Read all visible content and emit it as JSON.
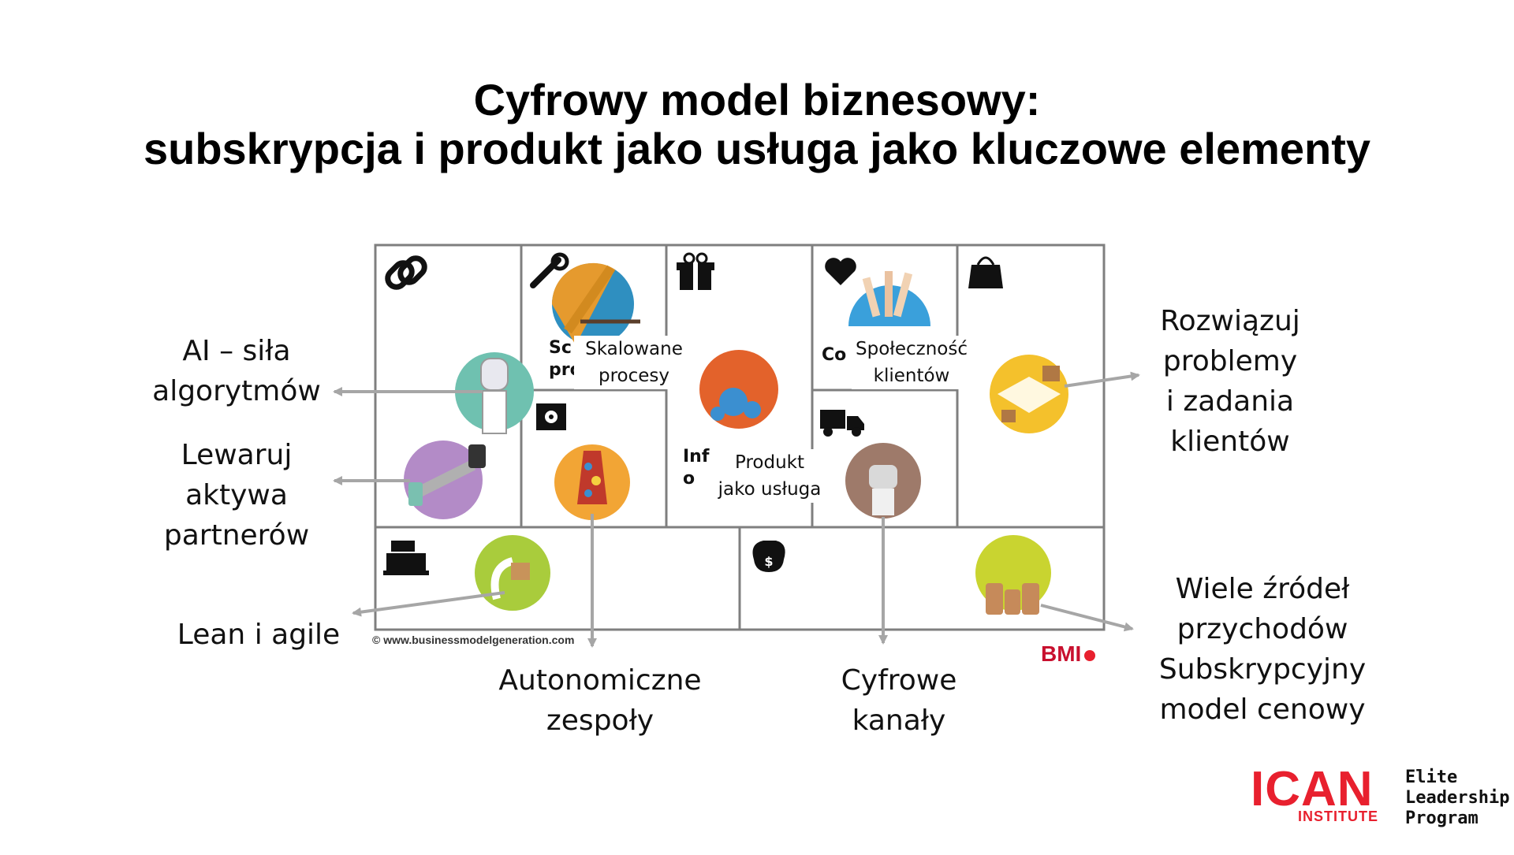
{
  "title": {
    "line1": "Cyfrowy model biznesowy:",
    "line2": "subskrypcja i produkt jako usługa jako kluczowe elementy"
  },
  "labels": {
    "ai": [
      "AI – siła",
      "algorytmów"
    ],
    "leverage": [
      "Lewaruj",
      "aktywa",
      "partnerów"
    ],
    "lean": [
      "Lean i agile"
    ],
    "autonomous": [
      "Autonomiczne",
      "zespoły"
    ],
    "channels": [
      "Cyfrowe",
      "kanały"
    ],
    "solve": [
      "Rozwiązuj",
      "problemy",
      "i zadania",
      "klientów"
    ],
    "revenue": [
      "Wiele źródeł",
      "przychodów",
      "Subskrypcyjny",
      "model cenowy"
    ]
  },
  "canvas_labels": {
    "processes": [
      "Skalowane",
      "procesy"
    ],
    "community": [
      "Społeczność",
      "klientów"
    ],
    "product": [
      "Produkt",
      "jako usługa"
    ],
    "sc_fragment": [
      "Sc",
      "pro"
    ],
    "co_fragment": "Co",
    "inf_fragment": [
      "Inf",
      "o"
    ]
  },
  "credit": "© www.businessmodelgeneration.com",
  "bmi": "BMI",
  "logo": {
    "ican": "ICAN",
    "institute": "INSTITUTE",
    "program": [
      "Elite",
      "Leadership",
      "Program"
    ]
  },
  "icons": [
    "link-icon",
    "wrench-icon",
    "gift-icon",
    "heart-icon",
    "shopping-bag-icon",
    "safe-icon",
    "truck-icon",
    "cash-register-icon",
    "money-bag-icon"
  ],
  "colors": {
    "accent_red": "#e8202e",
    "arrow_gray": "#a6a6a6",
    "grid_gray": "#7f7f7f"
  }
}
